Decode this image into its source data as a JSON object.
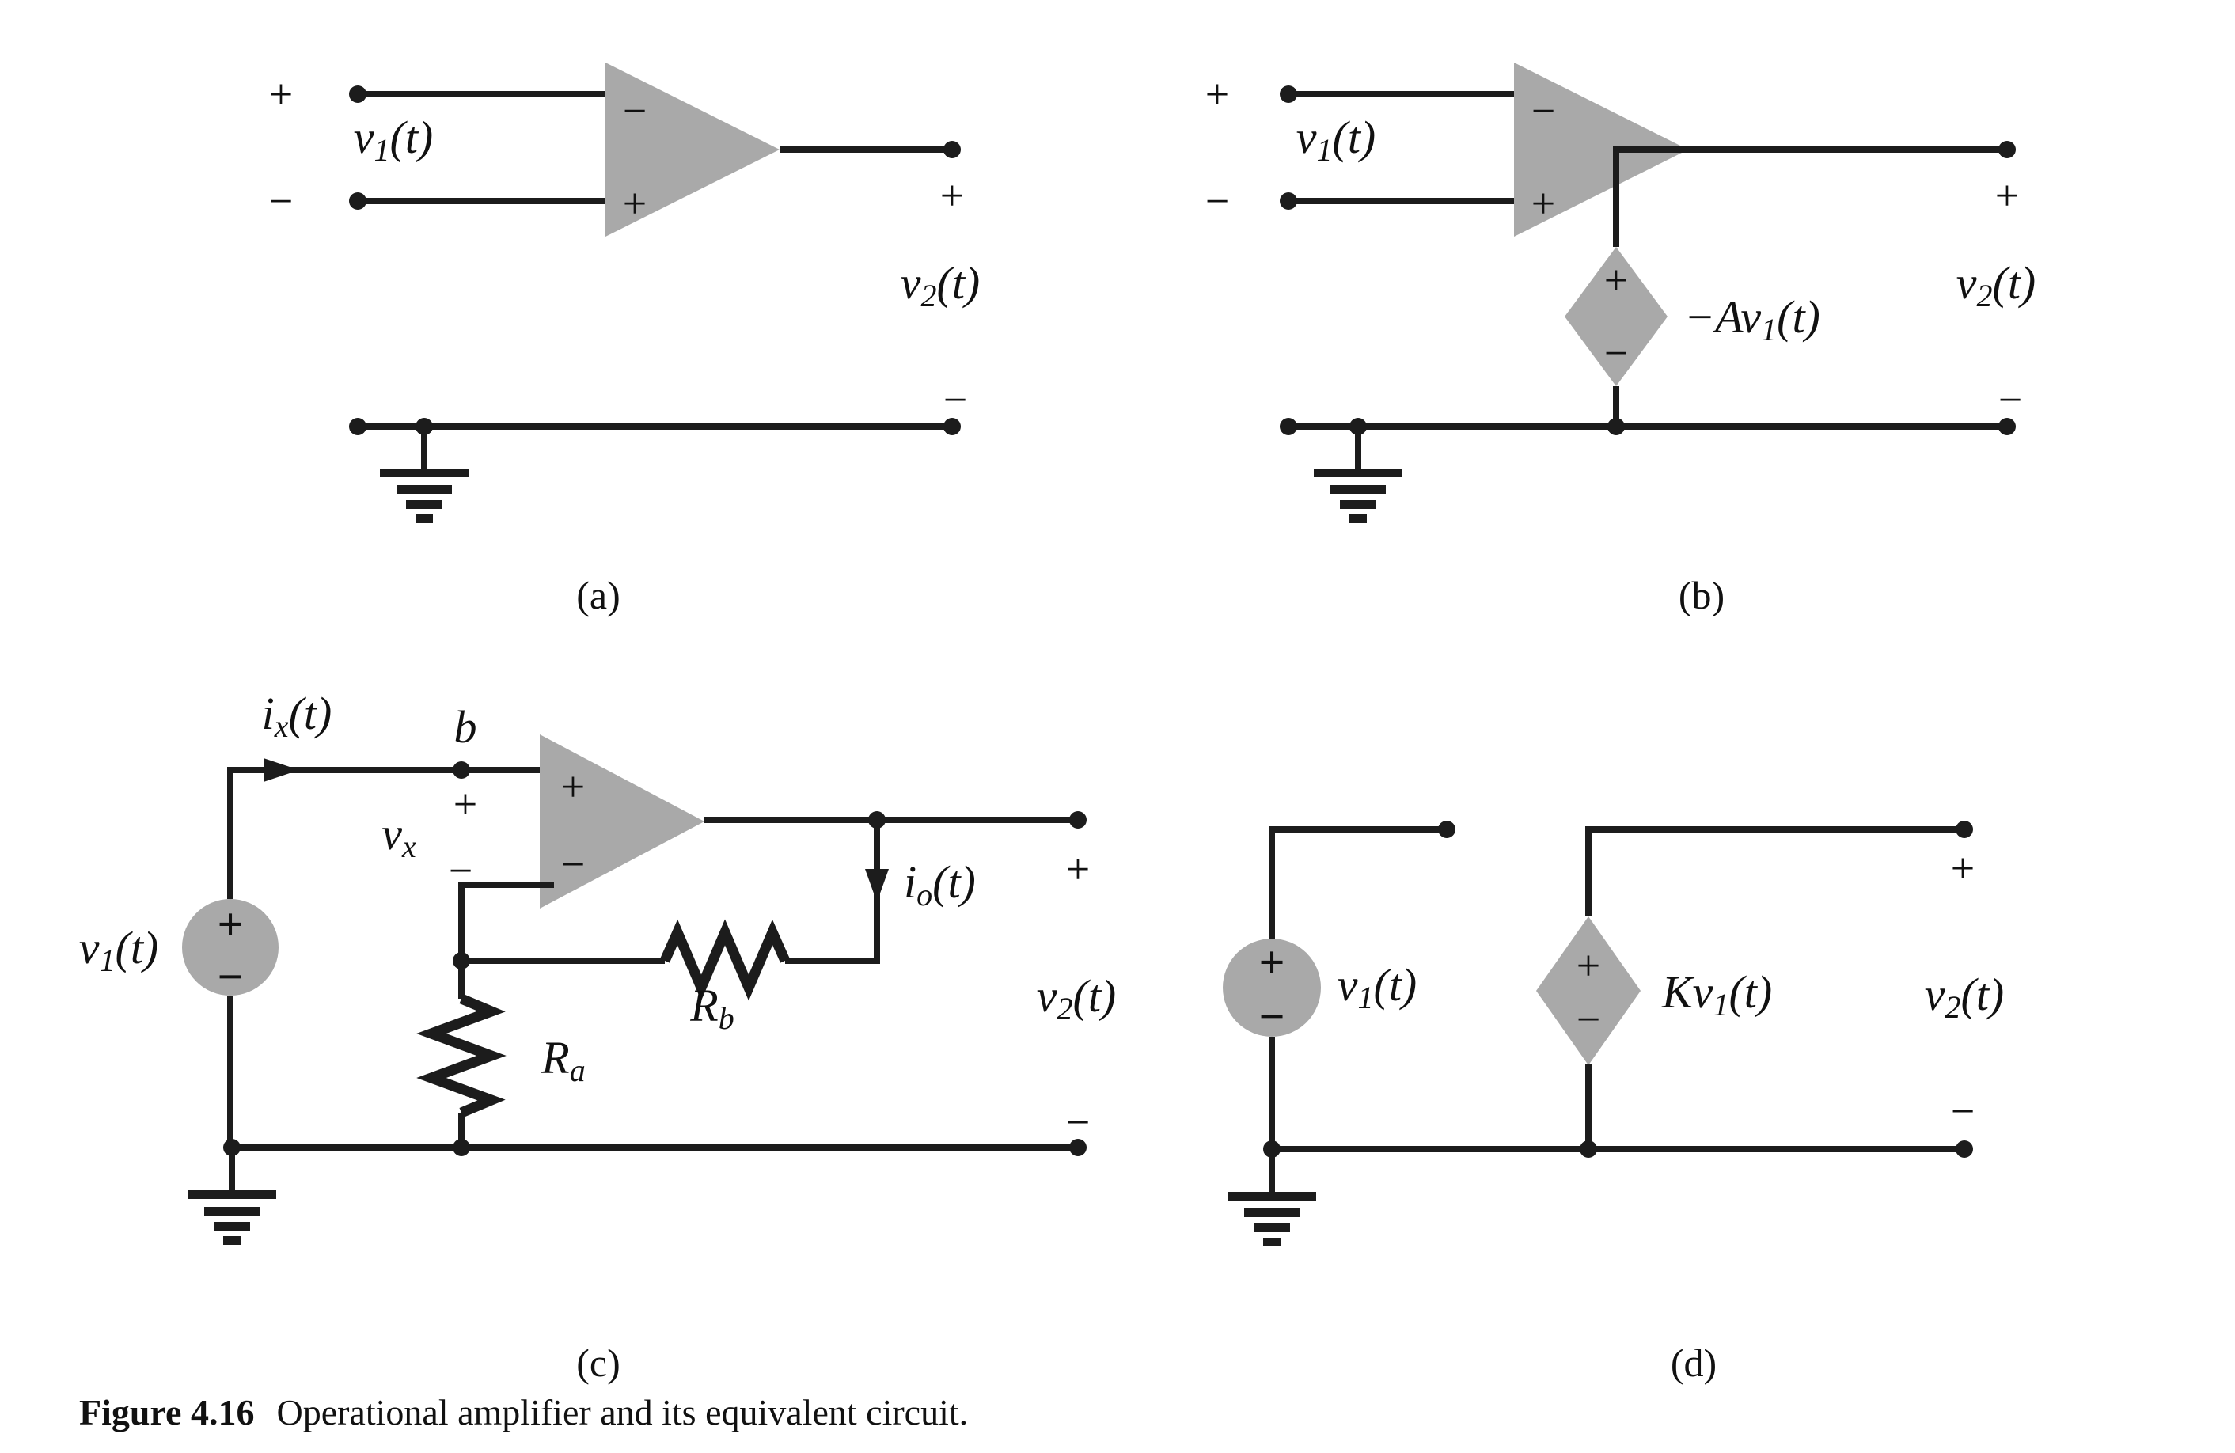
{
  "caption": {
    "label": "Figure 4.16",
    "text": "Operational amplifier and its equivalent circuit."
  },
  "symbols": {
    "plus": "+",
    "minus": "−"
  },
  "colors": {
    "wire": "#1c1c1c",
    "component_fill": "#a9a9a9",
    "background": "#ffffff"
  },
  "panels": {
    "a": {
      "tag": "(a)",
      "input_label": {
        "m1": "v",
        "s1": "1",
        "m2": "(t)"
      },
      "output_label": {
        "m1": "v",
        "s1": "2",
        "m2": "(t)"
      }
    },
    "b": {
      "tag": "(b)",
      "input_label": {
        "m1": "v",
        "s1": "1",
        "m2": "(t)"
      },
      "dependent_source_label": {
        "m1": "−Av",
        "s1": "1",
        "m2": "(t)"
      },
      "output_label": {
        "m1": "v",
        "s1": "2",
        "m2": "(t)"
      }
    },
    "c": {
      "tag": "(c)",
      "source_label": {
        "m1": "v",
        "s1": "1",
        "m2": "(t)"
      },
      "current_in_label": {
        "m1": "i",
        "s1": "x",
        "m2": "(t)"
      },
      "node_label": {
        "m1": "b",
        "s1": "",
        "m2": ""
      },
      "vx_label": {
        "m1": "v",
        "s1": "x",
        "m2": ""
      },
      "resistor_a_label": {
        "m1": "R",
        "s1": "a",
        "m2": ""
      },
      "resistor_b_label": {
        "m1": "R",
        "s1": "b",
        "m2": ""
      },
      "current_out_label": {
        "m1": "i",
        "s1": "o",
        "m2": "(t)"
      },
      "output_label": {
        "m1": "v",
        "s1": "2",
        "m2": "(t)"
      }
    },
    "d": {
      "tag": "(d)",
      "source_label": {
        "m1": "v",
        "s1": "1",
        "m2": "(t)"
      },
      "dependent_source_label": {
        "m1": "Kv",
        "s1": "1",
        "m2": "(t)"
      },
      "output_label": {
        "m1": "v",
        "s1": "2",
        "m2": "(t)"
      }
    }
  }
}
